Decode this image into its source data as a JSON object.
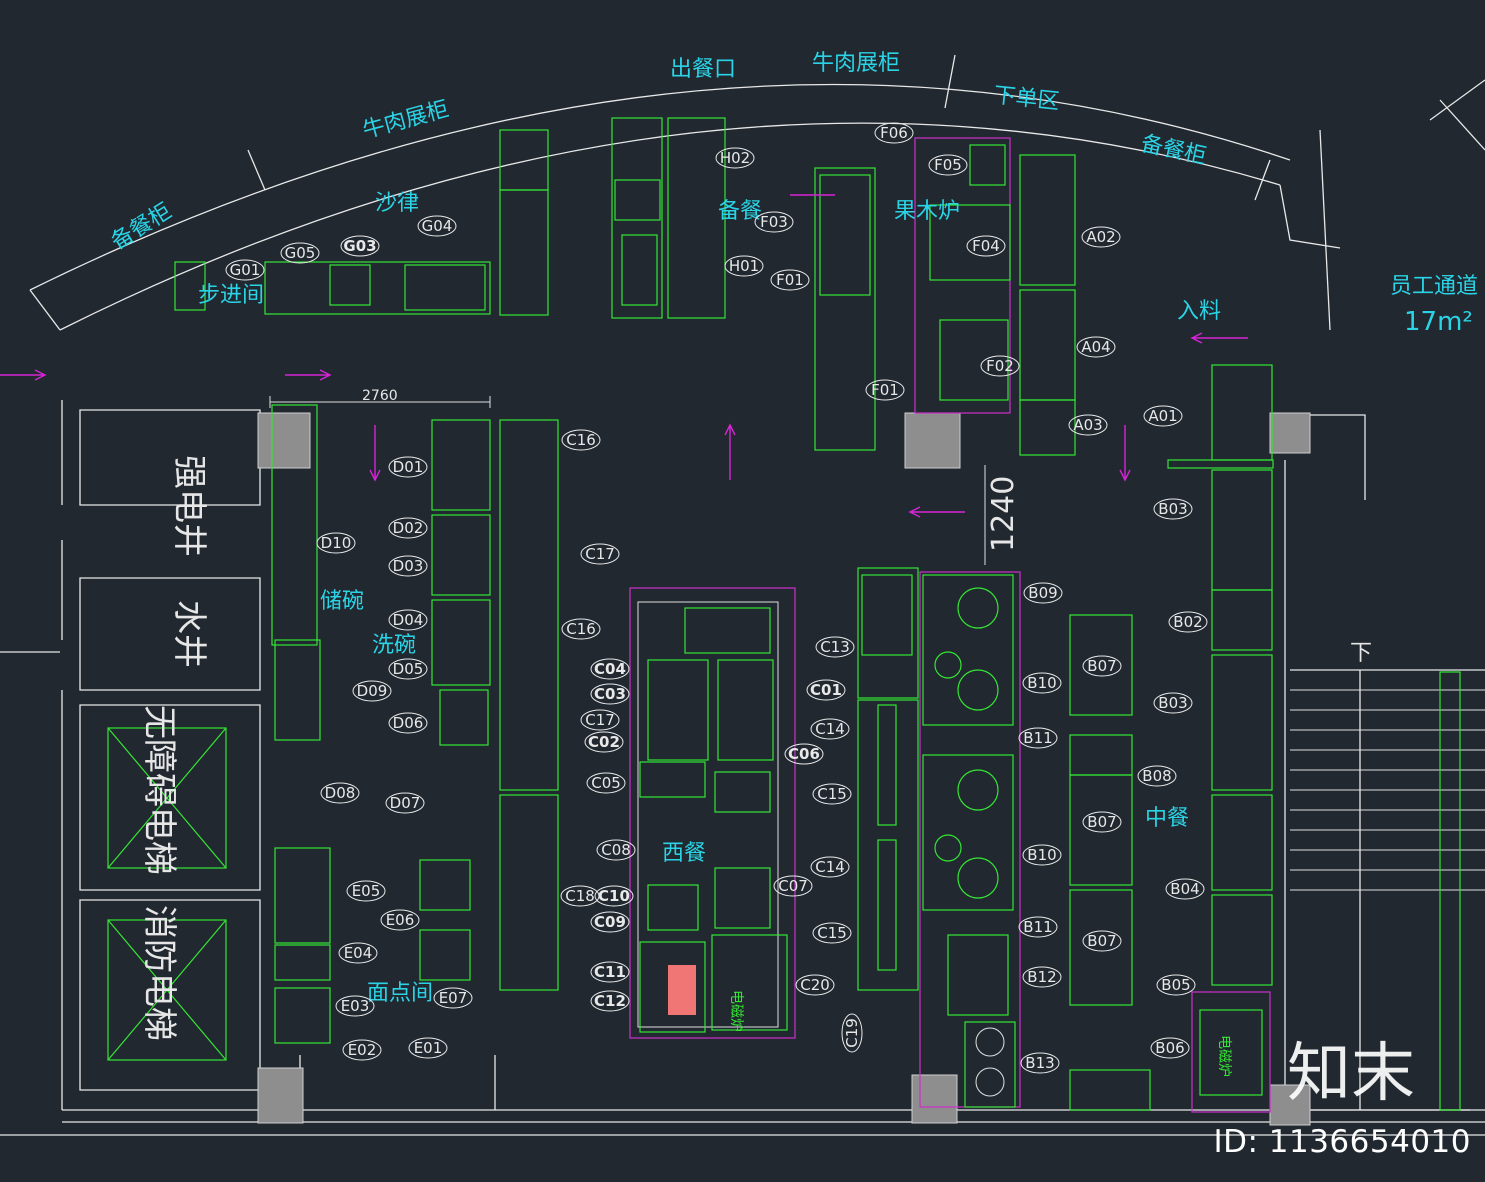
{
  "labels": {
    "top_arc_left_cabinet": "备餐柜",
    "beef_display_left": "牛肉展柜",
    "pass_window": "出餐口",
    "beef_display_right": "牛肉展柜",
    "order_area": "下单区",
    "right_prep_cabinet": "备餐柜",
    "salad": "沙律",
    "walk_in": "步进间",
    "prep": "备餐",
    "fruitwood_oven": "果木炉",
    "staff_passage": "员工通道",
    "staff_area": "17m²",
    "intake": "入料",
    "dish_storage": "储碗",
    "dishwash": "洗碗",
    "western": "西餐",
    "chinese": "中餐",
    "pastry": "面点间",
    "shaft_power": "强电井",
    "shaft_water": "水井",
    "elevator_accessible": "无障碍电梯",
    "elevator_fire": "消防电梯",
    "stair_down": "下",
    "appliance_text_1": "电磁炉",
    "appliance_text_2": "电磁炉"
  },
  "dimensions": {
    "width_top": "2760",
    "aisle": "1240"
  },
  "tags": {
    "A01": "A01",
    "A02": "A02",
    "A03": "A03",
    "A04": "A04",
    "B02": "B02",
    "B03a": "B03",
    "B03b": "B03",
    "B04": "B04",
    "B05": "B05",
    "B06": "B06",
    "B07a": "B07",
    "B07b": "B07",
    "B07c": "B07",
    "B08": "B08",
    "B09": "B09",
    "B10a": "B10",
    "B10b": "B10",
    "B11a": "B11",
    "B11b": "B11",
    "B12": "B12",
    "B13": "B13",
    "C01": "C01",
    "C02": "C02",
    "C03": "C03",
    "C04": "C04",
    "C05": "C05",
    "C06": "C06",
    "C07": "C07",
    "C08": "C08",
    "C09": "C09",
    "C10": "C10",
    "C11": "C11",
    "C12": "C12",
    "C13": "C13",
    "C14a": "C14",
    "C14b": "C14",
    "C15a": "C15",
    "C15b": "C15",
    "C16a": "C16",
    "C16b": "C16",
    "C17a": "C17",
    "C17b": "C17",
    "C18": "C18",
    "C19": "C19",
    "C20": "C20",
    "D01": "D01",
    "D02": "D02",
    "D03": "D03",
    "D04": "D04",
    "D05": "D05",
    "D06": "D06",
    "D07": "D07",
    "D08": "D08",
    "D09": "D09",
    "D10": "D10",
    "E01": "E01",
    "E02": "E02",
    "E03": "E03",
    "E04": "E04",
    "E05": "E05",
    "E06": "E06",
    "E07": "E07",
    "F01a": "F01",
    "F01b": "F01",
    "F02": "F02",
    "F03": "F03",
    "F04": "F04",
    "F05": "F05",
    "F06": "F06",
    "G01": "G01",
    "G03": "G03",
    "G04": "G04",
    "G05": "G05",
    "H01": "H01",
    "H02": "H02"
  },
  "watermark": {
    "logo": "知末",
    "id": "ID: 1136654010"
  },
  "colors": {
    "background": "#212830",
    "zone_text": "#2ad4e6",
    "equipment": "#34e634",
    "highlight": "#cc2fcc",
    "wall": "#e8e8e8"
  }
}
